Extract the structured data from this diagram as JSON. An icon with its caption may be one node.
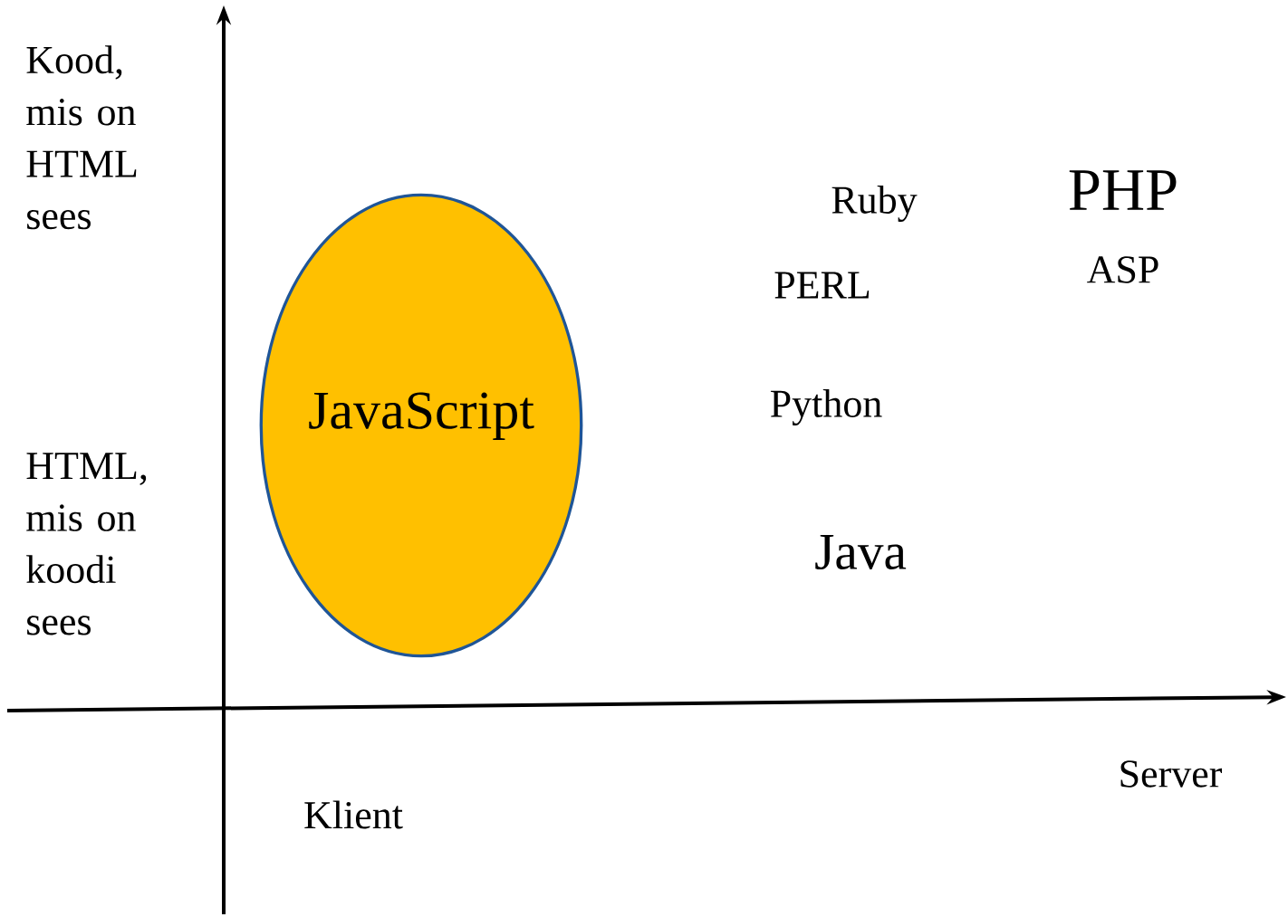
{
  "diagram": {
    "nodes": [
      {
        "text": [
          "JavaScript"
        ]
      }
    ],
    "labels": [
      "Kood, mis on HTML sees",
      "Ruby",
      "PHP",
      "PERL",
      "ASP",
      "Python",
      "HTML, mis on koodi sees",
      "Java",
      "Server",
      "Klient"
    ]
  }
}
